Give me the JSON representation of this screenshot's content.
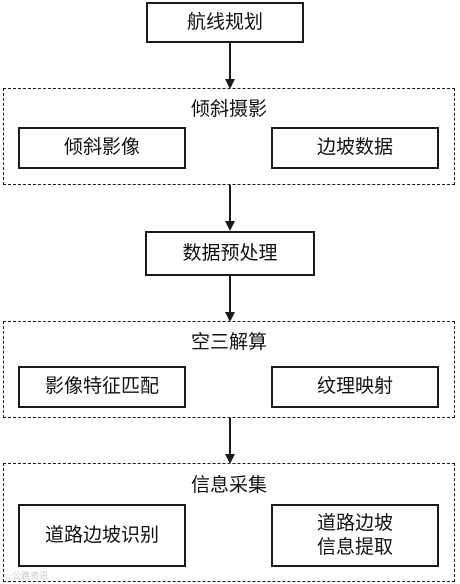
{
  "nodes": {
    "route_planning": "航线规划",
    "oblique_photography": "倾斜摄影",
    "oblique_images": "倾斜影像",
    "slope_data": "边坡数据",
    "data_preprocessing": "数据预处理",
    "aerial_triangulation": "空三解算",
    "feature_matching": "影像特征匹配",
    "texture_mapping": "纹理映射",
    "info_collection": "信息采集",
    "slope_identification": "道路边坡识别",
    "slope_info_line1": "道路边坡",
    "slope_info_line2": "信息提取"
  },
  "watermark": "☆公路资讯"
}
